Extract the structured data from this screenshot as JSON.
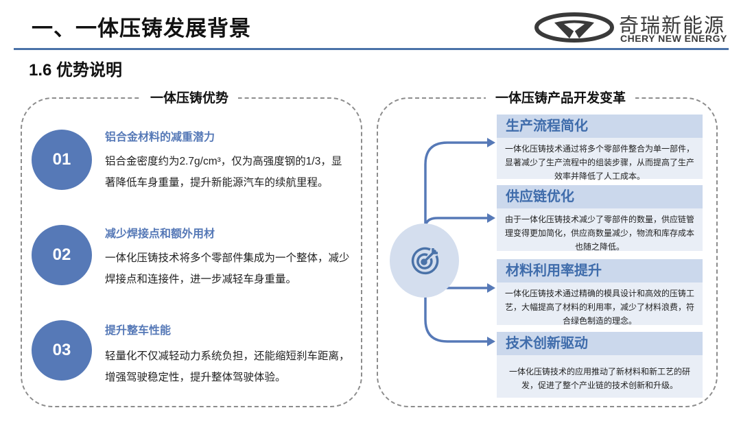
{
  "header": {
    "title": "一、一体压铸发展背景",
    "section": "1.6 优势说明",
    "logo": {
      "name_cn": "奇瑞新能源",
      "name_en": "CHERY NEW ENERGY"
    }
  },
  "left_panel": {
    "heading": "一体压铸优势",
    "items": [
      {
        "number": "01",
        "title": "铝合金材料的减重潜力",
        "body": "铝合金密度约为2.7g/cm³，仅为高强度钢的1/3，显著降低车身重量，提升新能源汽车的续航里程。"
      },
      {
        "number": "02",
        "title": "减少焊接点和额外用材",
        "body": "一体化压铸技术将多个零部件集成为一个整体，减少焊接点和连接件，进一步减轻车身重量。"
      },
      {
        "number": "03",
        "title": "提升整车性能",
        "body": "轻量化不仅减轻动力系统负担，还能缩短刹车距离，增强驾驶稳定性，提升整体驾驶体验。"
      }
    ]
  },
  "right_panel": {
    "heading": "一体压铸产品开发变革",
    "center_icon": "target-icon",
    "cards": [
      {
        "title": "生产流程简化",
        "body": "一体化压铸技术通过将多个零部件整合为单一部件，显著减少了生产流程中的组装步骤，从而提高了生产效率并降低了人工成本。"
      },
      {
        "title": "供应链优化",
        "body": "由于一体化压铸技术减少了零部件的数量，供应链管理变得更加简化，供应商数量减少，物流和库存成本也随之降低。"
      },
      {
        "title": "材料利用率提升",
        "body": "一体化压铸技术通过精确的模具设计和高效的压铸工艺，大幅提高了材料的利用率，减少了材料浪费，符合绿色制造的理念。"
      },
      {
        "title": "技术创新驱动",
        "body": "一体化压铸技术的应用推动了新材料和新工艺的研发，促进了整个产业链的技术创新和升级。"
      }
    ]
  },
  "colors": {
    "accent": "#5679b7",
    "rule": "#4a72a8",
    "card_head": "#cbd8ec",
    "card_body": "#e9eef6"
  }
}
